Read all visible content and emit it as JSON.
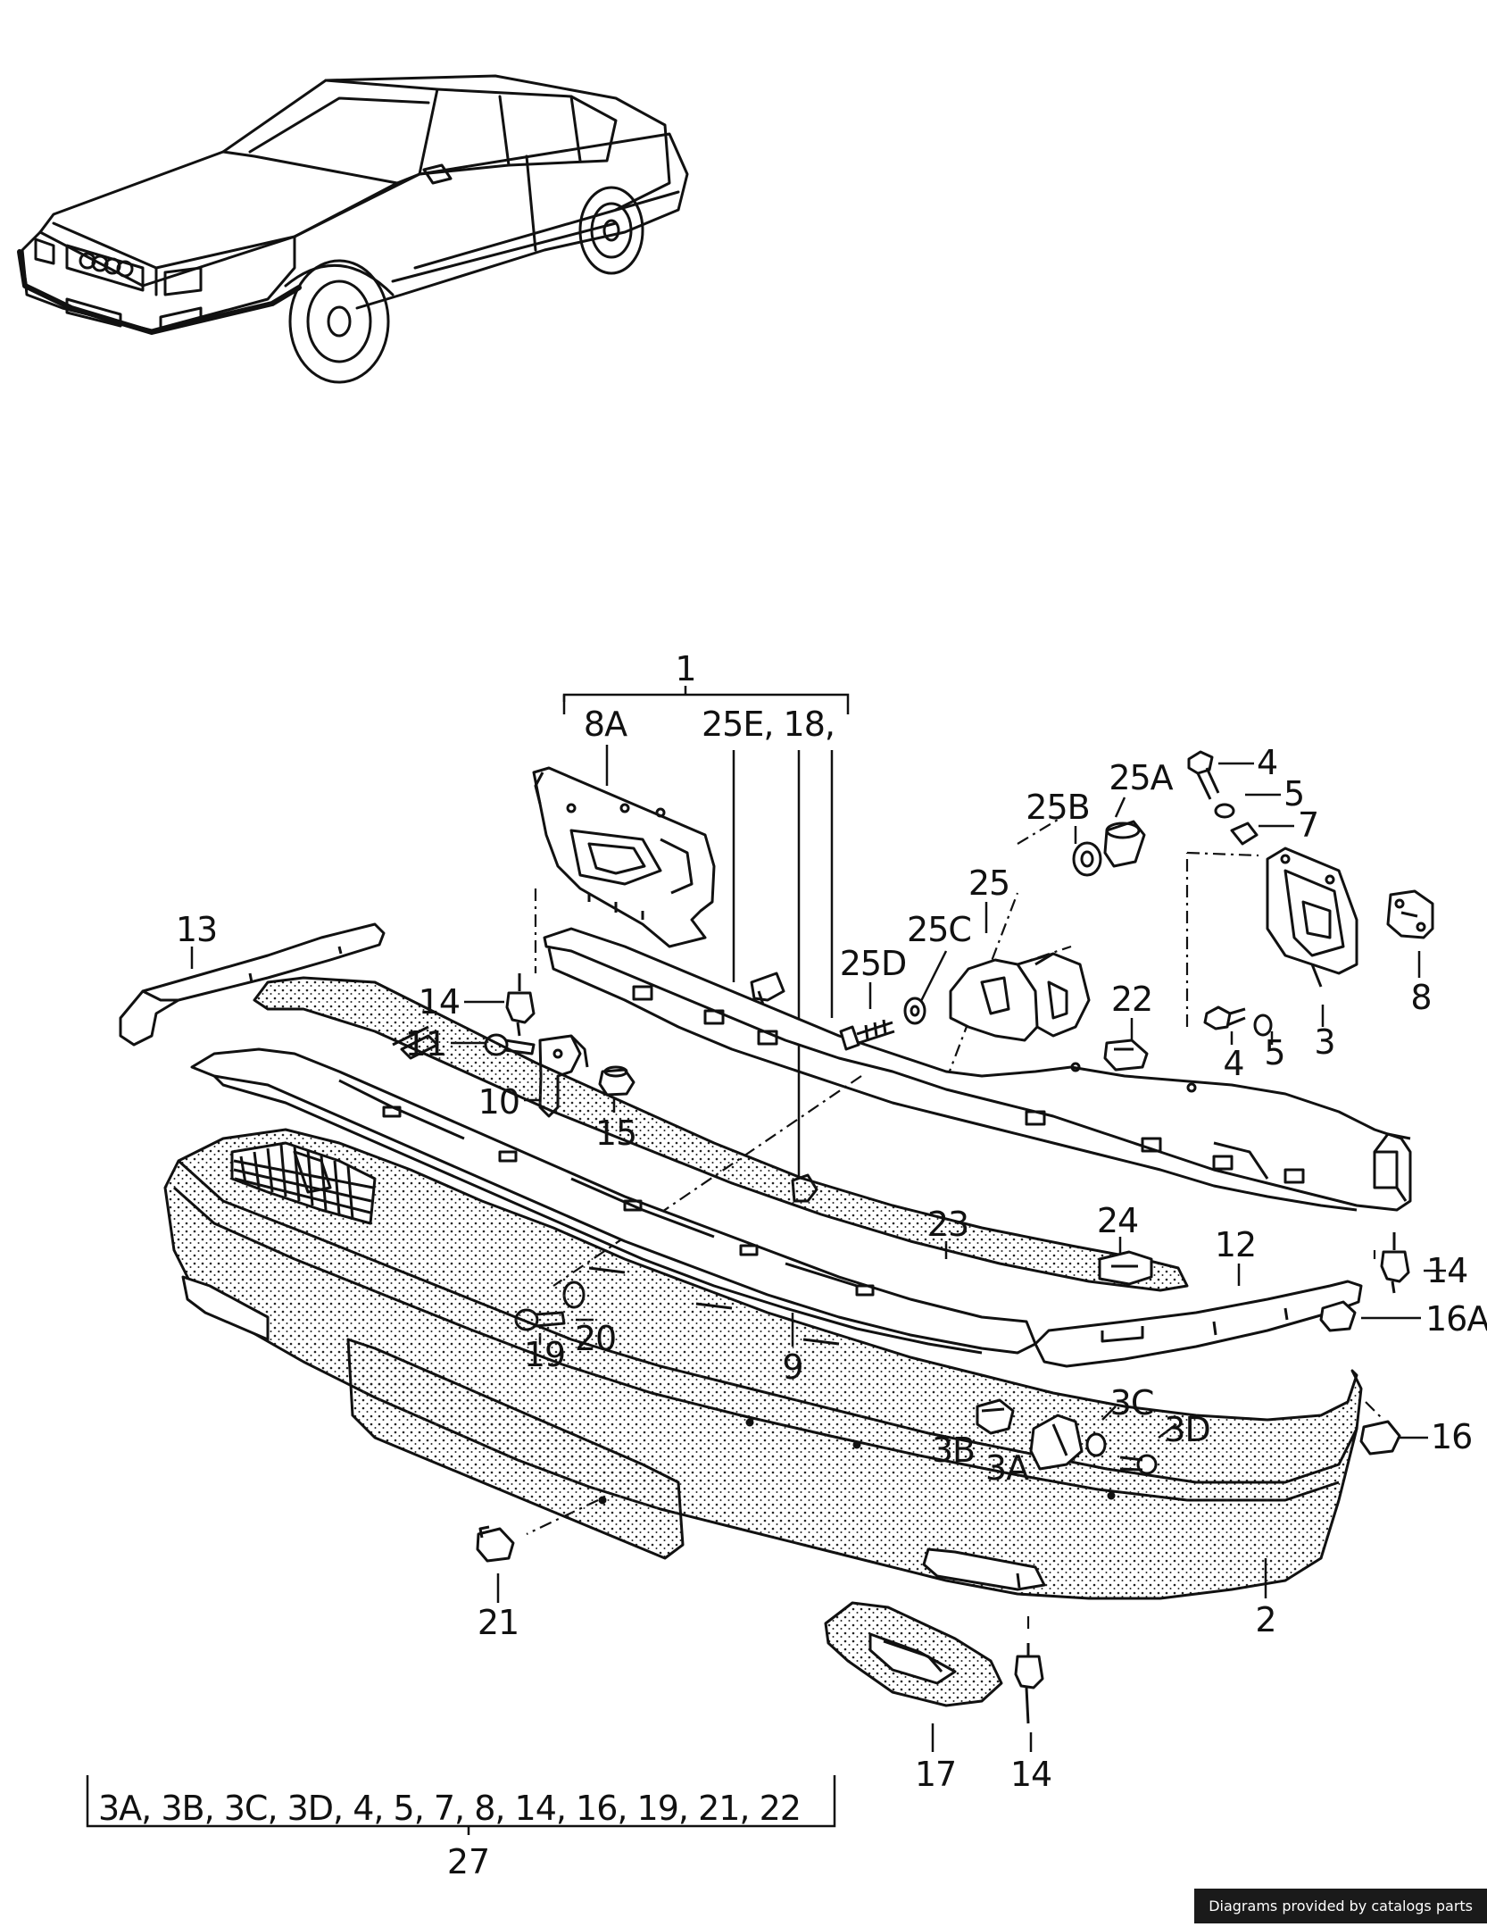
{
  "callouts": {
    "c1": "1",
    "c8A": "8A",
    "c25E": "25E, 18,",
    "c25B": "25B",
    "c25A": "25A",
    "c4a": "4",
    "c5a": "5",
    "c7": "7",
    "c25": "25",
    "c25C": "25C",
    "c25D": "25D",
    "c8": "8",
    "c3": "3",
    "c4b": "4",
    "c5b": "5",
    "c13": "13",
    "c14a": "14",
    "c11": "11",
    "c10": "10",
    "c15": "15",
    "c22": "22",
    "c23": "23",
    "c24": "24",
    "c12": "12",
    "c14b": "14",
    "c16A": "16A",
    "c19": "19",
    "c20": "20",
    "c9": "9",
    "c3C": "3C",
    "c3D": "3D",
    "c3B": "3B",
    "c3A": "3A",
    "c16": "16",
    "c21": "21",
    "c2": "2",
    "c17": "17",
    "c14c": "14"
  },
  "kit": {
    "items": "3A, 3B, 3C, 3D, 4, 5, 7, 8, 14, 16, 19, 21, 22",
    "number": "27"
  },
  "watermark": "Diagrams provided by catalogs parts"
}
